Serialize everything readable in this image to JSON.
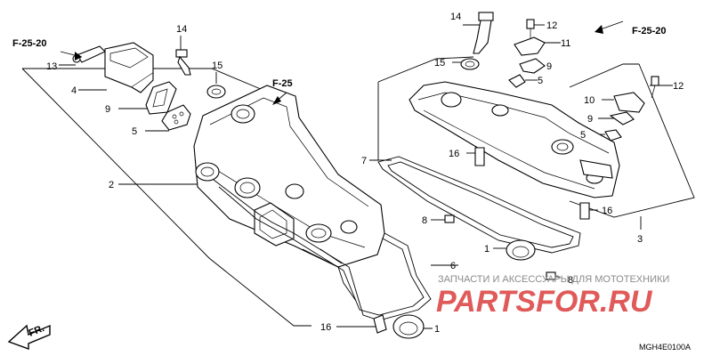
{
  "diagram": {
    "refs": [
      "F-25-20",
      "F-25",
      "F-25-20"
    ],
    "callouts": [
      "14",
      "15",
      "13",
      "4",
      "9",
      "5",
      "2",
      "6",
      "16",
      "1",
      "14",
      "12",
      "11",
      "15",
      "9",
      "5",
      "10",
      "12",
      "9",
      "5",
      "7",
      "16",
      "8",
      "16",
      "3",
      "1",
      "8"
    ],
    "front_label": "FR.",
    "code": "MGH4E0100A"
  },
  "watermark": {
    "caption": "ЗАПЧАСТИ И АКСЕССУАРЫ ДЛЯ МОТОТЕХНИКИ",
    "brand": "PARTSFOR.RU"
  }
}
